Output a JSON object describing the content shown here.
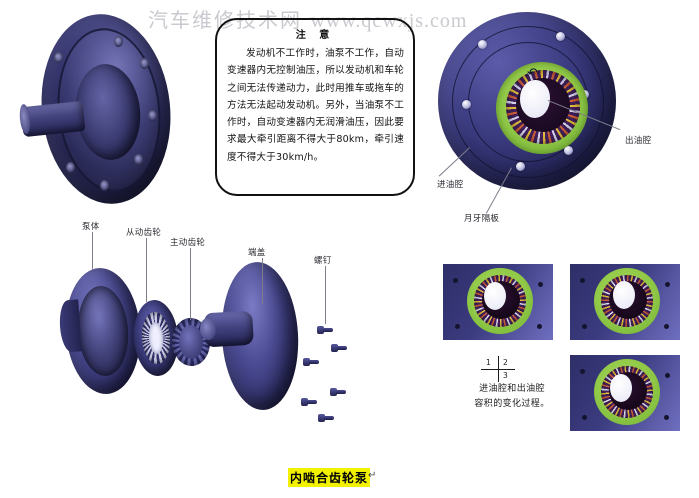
{
  "watermark": {
    "cn": "汽车维修技术网",
    "url": "www.qcwxjs.com"
  },
  "notice": {
    "title": "注 意",
    "body": "发动机不工作时，油泵不工作，自动变速器内无控制油压，所以发动机和车轮之间无法传递动力，此时用推车或拖车的方法无法起动发动机。另外，当油泵不工作时，自动变速器内无润滑油压，因此要求最大牵引距离不得大于80km，牵引速度不得大于30km/h。"
  },
  "exploded_labels": {
    "pump_body": "泵体",
    "driven_gear": "从动齿轮",
    "drive_gear": "主动齿轮",
    "end_cover": "端盖",
    "screw": "螺钉"
  },
  "face_labels": {
    "outlet_chamber": "出油腔",
    "inlet_chamber": "进油腔",
    "crescent_partition": "月牙隔板"
  },
  "stage_key": {
    "q1": "1",
    "q2": "2",
    "q3": "3"
  },
  "stage_caption": {
    "line1": "进油腔和出油腔",
    "line2": "容积的变化过程。"
  },
  "bottom_caption": {
    "text": "内啮合齿轮泵",
    "pilcrow": "↵"
  }
}
